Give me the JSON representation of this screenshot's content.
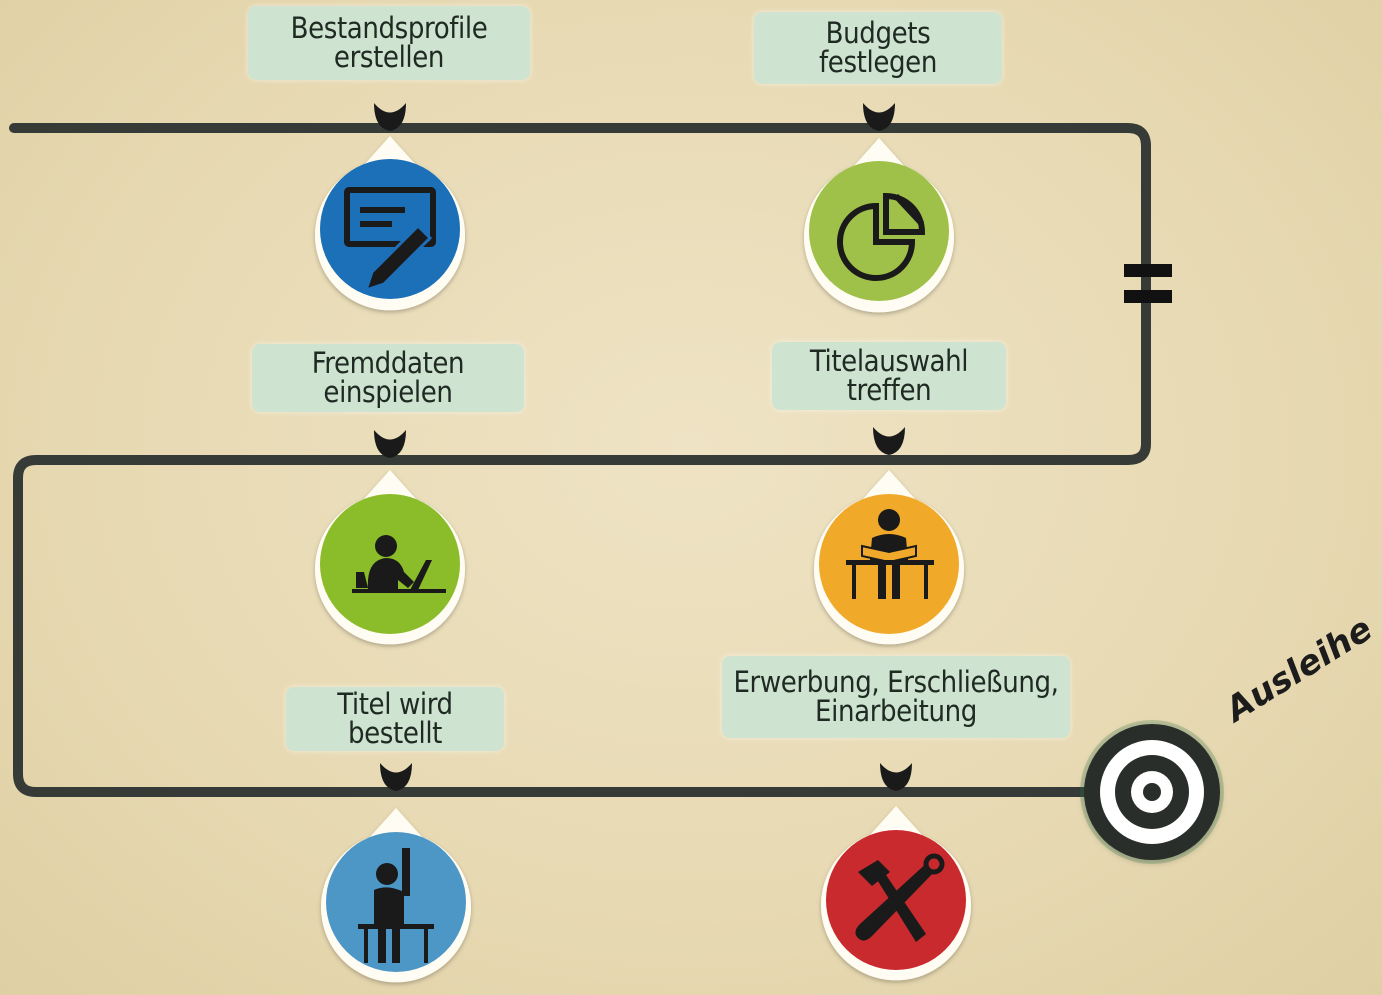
{
  "steps": [
    {
      "id": "bestandsprofile",
      "line1": "Bestandsprofile",
      "line2": "erstellen",
      "icon": "profile-edit-icon",
      "color": "#1c6fb8"
    },
    {
      "id": "budgets",
      "line1": "Budgets",
      "line2": "festlegen",
      "icon": "pie-chart-icon",
      "color": "#9fc149"
    },
    {
      "id": "fremddaten",
      "line1": "Fremddaten",
      "line2": "einspielen",
      "icon": "person-laptop-icon",
      "color": "#8bbc2c"
    },
    {
      "id": "titelauswahl",
      "line1": "Titelauswahl",
      "line2": "treffen",
      "icon": "person-reading-icon",
      "color": "#f1a92c"
    },
    {
      "id": "bestellt",
      "line1": "Titel wird",
      "line2": "bestellt",
      "icon": "person-raising-hand-icon",
      "color": "#4e97c6"
    },
    {
      "id": "erwerbung",
      "line1": "Erwerbung, Erschließung,",
      "line2": "Einarbeitung",
      "icon": "tools-icon",
      "color": "#c8292d"
    }
  ],
  "end": {
    "label": "Ausleihe",
    "icon": "target-icon"
  }
}
